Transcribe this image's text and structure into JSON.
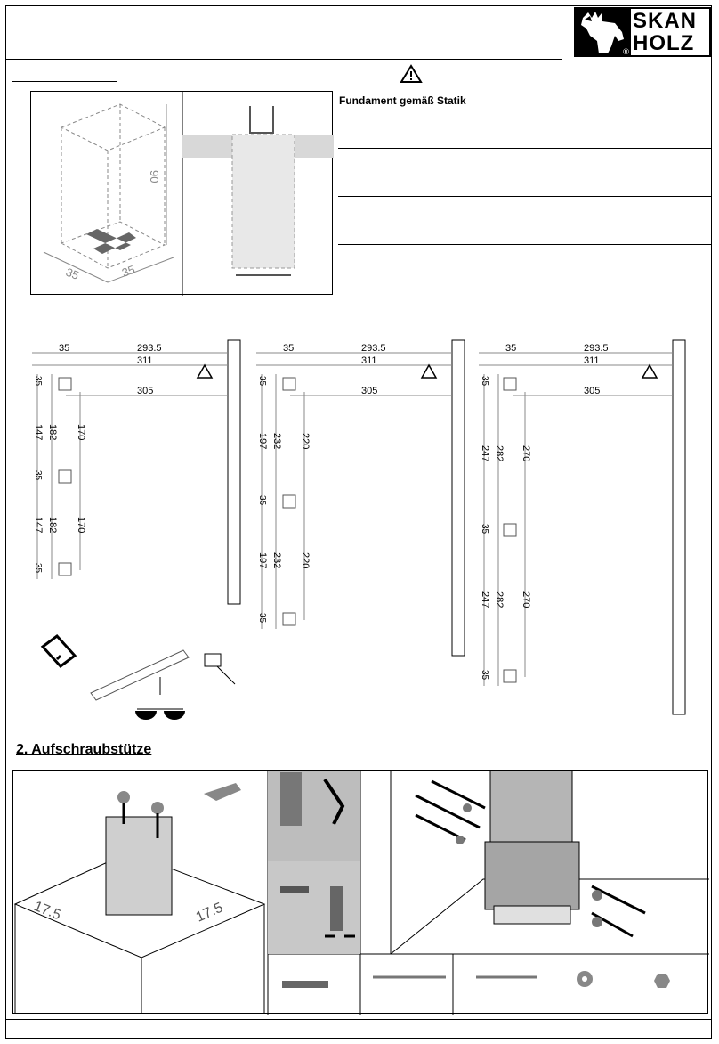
{
  "brand": {
    "line1": "SKAN",
    "line2": "HOLZ",
    "registered": "®"
  },
  "foundation": {
    "label": "Fundament gemäß Statik",
    "dim_height": "90",
    "dim_width": "35",
    "dim_depth": "35"
  },
  "layouts": [
    {
      "top": "35",
      "span": "293.5",
      "total": "311",
      "wall": "305",
      "seg_a": "147",
      "seg_b": "182",
      "seg_c": "170",
      "post": "35"
    },
    {
      "top": "35",
      "span": "293.5",
      "total": "311",
      "wall": "305",
      "seg_a": "197",
      "seg_b": "232",
      "seg_c": "220",
      "post": "35"
    },
    {
      "top": "35",
      "span": "293.5",
      "total": "311",
      "wall": "305",
      "seg_a": "247",
      "seg_b": "282",
      "seg_c": "270",
      "post": "35"
    }
  ],
  "section2": {
    "title": "2. Aufschraubstütze",
    "dim_left": "17.5",
    "dim_right": "17.5"
  }
}
